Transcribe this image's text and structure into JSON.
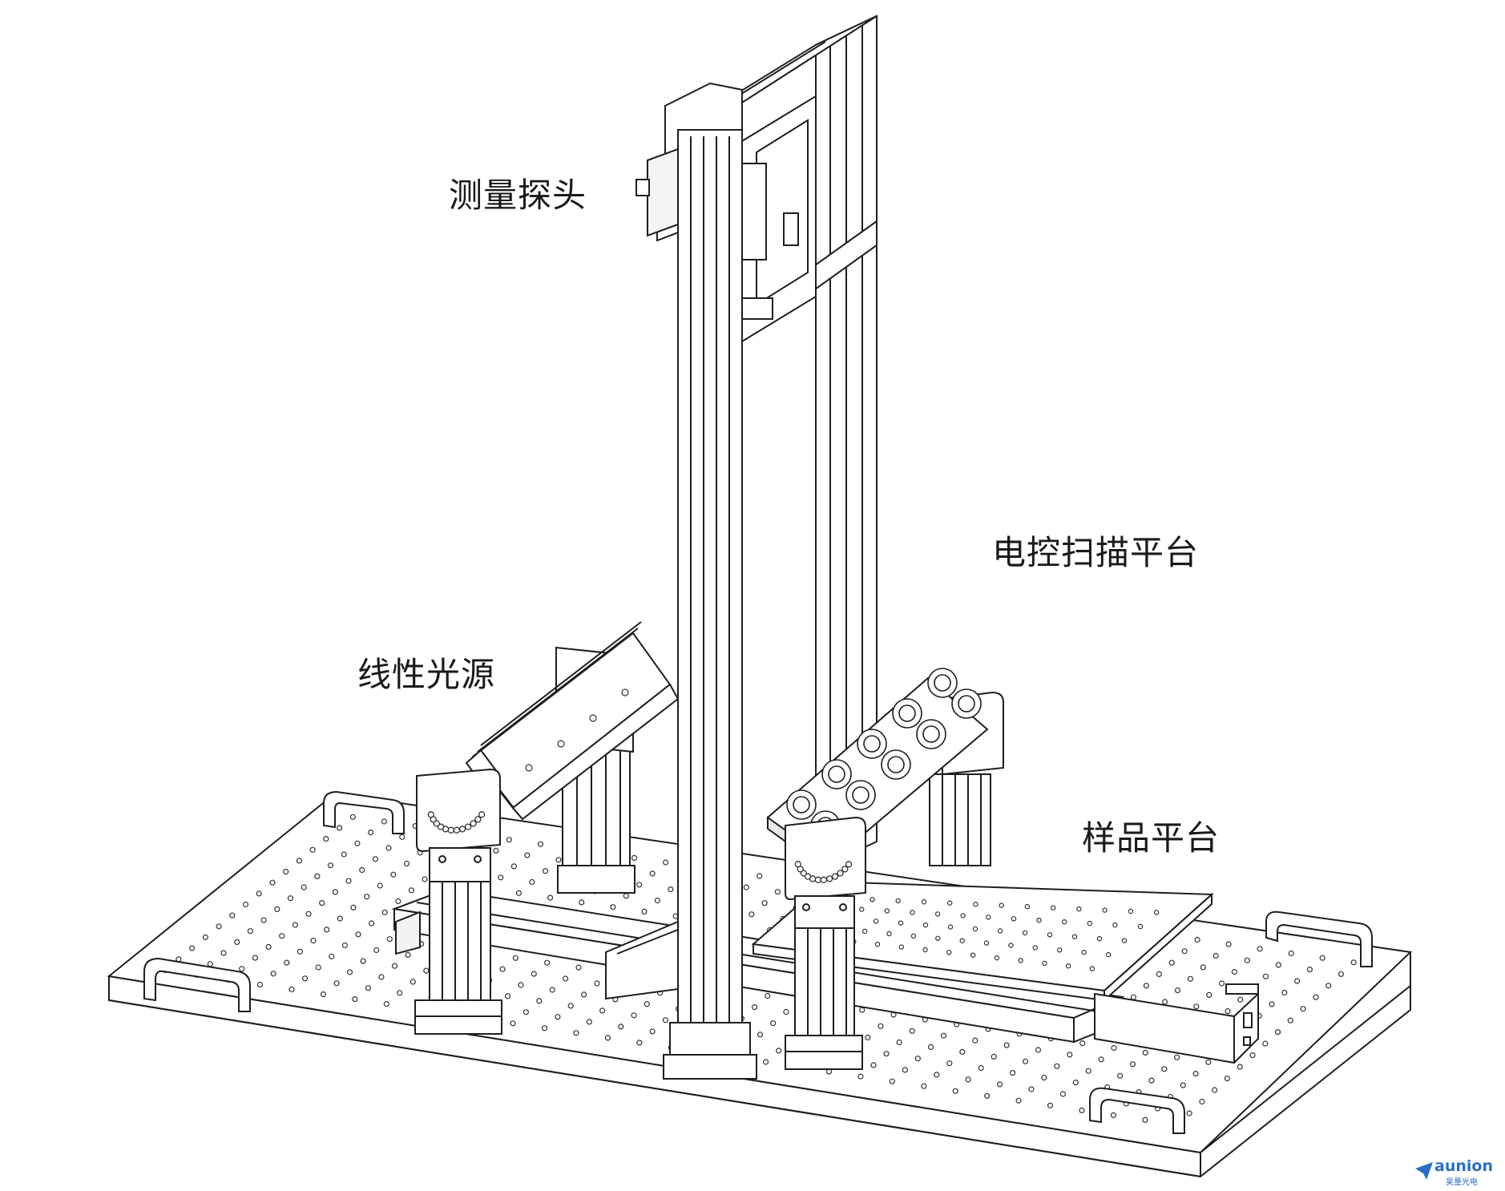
{
  "labels": {
    "probe": "测量探头",
    "scan_stage": "电控扫描平台",
    "light_source": "线性光源",
    "sample_stage": "样品平台"
  },
  "logo": {
    "brand": "aunion",
    "sub": "昊量光电"
  },
  "colors": {
    "line": "#1e1e1e",
    "face": "#ffffff",
    "shade": "#d9d9d9",
    "logo": "#2a6fc0"
  }
}
